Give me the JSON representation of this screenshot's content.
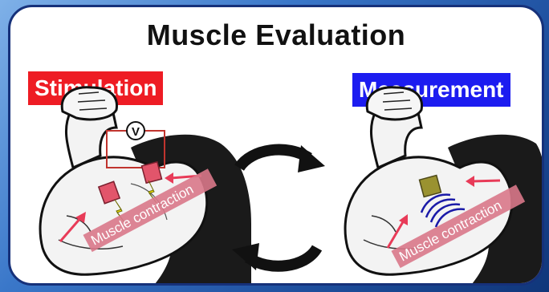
{
  "title": "Muscle Evaluation",
  "labels": {
    "stimulation": "Stimulation",
    "measurement": "Measurement"
  },
  "left_panel": {
    "voltmeter_symbol": "V",
    "tape_text": "Muscle contraction"
  },
  "right_panel": {
    "tape_text": "Muscle contraction"
  },
  "colors": {
    "stimulation_label": "#ee1c24",
    "measurement_label": "#1c1cf0",
    "electrode": "#e2556b",
    "lightning": "#f3e600",
    "sensor": "#9a9230",
    "waves": "#1a1aa8",
    "tape": "#d9788a",
    "arrow": "#e83b58"
  }
}
